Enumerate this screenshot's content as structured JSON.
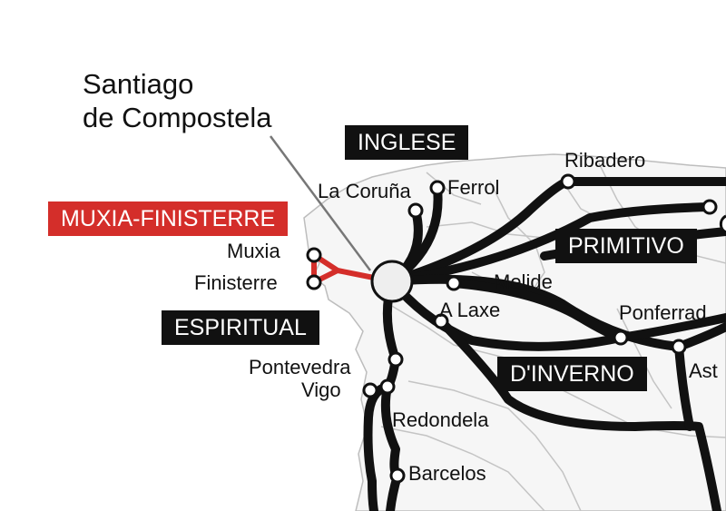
{
  "map": {
    "colors": {
      "route": "#111111",
      "highlight_route": "#d42e2a",
      "border": "#bdbdbd",
      "land": "#f6f6f6",
      "node_fill": "#ffffff",
      "hub_fill": "#eeeeee"
    },
    "title_lines": [
      "Santiago",
      "de Compostela"
    ],
    "route_labels": {
      "muxia_finisterre": "MUXIA-FINISTERRE",
      "inglese": "INGLESE",
      "primitivo": "PRIMITIVO",
      "espiritual": "ESPIRITUAL",
      "dinverno": "D'INVERNO"
    },
    "places": {
      "la_coruna": "La Coruña",
      "ferrol": "Ferrol",
      "ribadero": "Ribadero",
      "muxia": "Muxia",
      "finisterre": "Finisterre",
      "melide": "Melide",
      "a_laxe": "A Laxe",
      "ponferrad": "Ponferrad",
      "ast": "Ast",
      "pontevedra": "Pontevedra",
      "vigo": "Vigo",
      "redondela": "Redondela",
      "barcelos": "Barcelos"
    }
  }
}
